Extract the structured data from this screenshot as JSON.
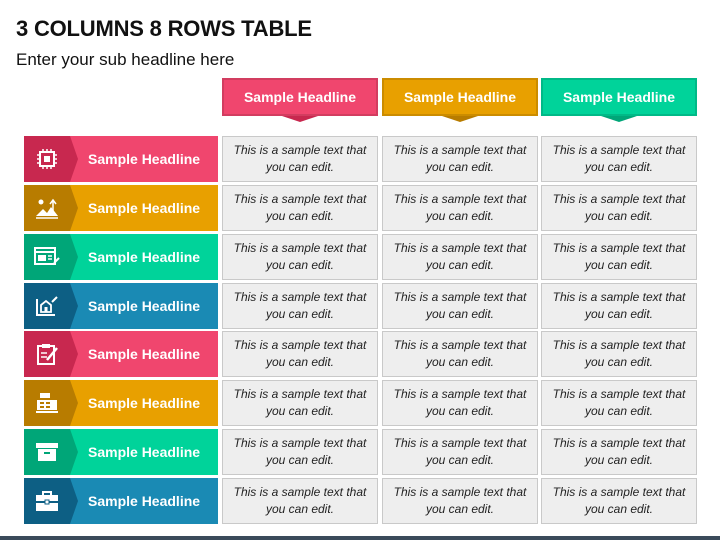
{
  "page": {
    "title": "3 COLUMNS 8 ROWS TABLE",
    "subtitle": "Enter your sub headline here"
  },
  "colors": {
    "pink": "#f0466e",
    "pink_dark": "#c8284f",
    "orange": "#e8a000",
    "orange_dark": "#b87c00",
    "green": "#00d39a",
    "green_dark": "#00a678",
    "blue": "#1a8ab4",
    "blue_dark": "#0d5f84"
  },
  "columns": [
    {
      "label": "Sample Headline",
      "color": "pink"
    },
    {
      "label": "Sample Headline",
      "color": "orange"
    },
    {
      "label": "Sample Headline",
      "color": "green"
    }
  ],
  "rows": [
    {
      "label": "Sample Headline",
      "icon": "chip-icon",
      "color": "pink",
      "cells": [
        "This is a sample text that you can edit.",
        "This is a sample text that you can edit.",
        "This is a sample text that you can edit."
      ]
    },
    {
      "label": "Sample Headline",
      "icon": "landscape-icon",
      "color": "orange",
      "cells": [
        "This is a sample text that you can edit.",
        "This is a sample text that you can edit.",
        "This is a sample text that you can edit."
      ]
    },
    {
      "label": "Sample Headline",
      "icon": "browser-icon",
      "color": "green",
      "cells": [
        "This is a sample text that you can edit.",
        "This is a sample text that you can edit.",
        "This is a sample text that you can edit."
      ]
    },
    {
      "label": "Sample Headline",
      "icon": "blueprint-icon",
      "color": "blue",
      "cells": [
        "This is a sample text that you can edit.",
        "This is a sample text that you can edit.",
        "This is a sample text that you can edit."
      ]
    },
    {
      "label": "Sample Headline",
      "icon": "clipboard-edit-icon",
      "color": "pink",
      "cells": [
        "This is a sample text that you can edit.",
        "This is a sample text that you can edit.",
        "This is a sample text that you can edit."
      ]
    },
    {
      "label": "Sample Headline",
      "icon": "cash-register-icon",
      "color": "orange",
      "cells": [
        "This is a sample text that you can edit.",
        "This is a sample text that you can edit.",
        "This is a sample text that you can edit."
      ]
    },
    {
      "label": "Sample Headline",
      "icon": "archive-box-icon",
      "color": "green",
      "cells": [
        "This is a sample text that you can edit.",
        "This is a sample text that you can edit.",
        "This is a sample text that you can edit."
      ]
    },
    {
      "label": "Sample Headline",
      "icon": "briefcase-icon",
      "color": "blue",
      "cells": [
        "This is a sample text that you can edit.",
        "This is a sample text that you can edit.",
        "This is a sample text that you can edit."
      ]
    }
  ]
}
